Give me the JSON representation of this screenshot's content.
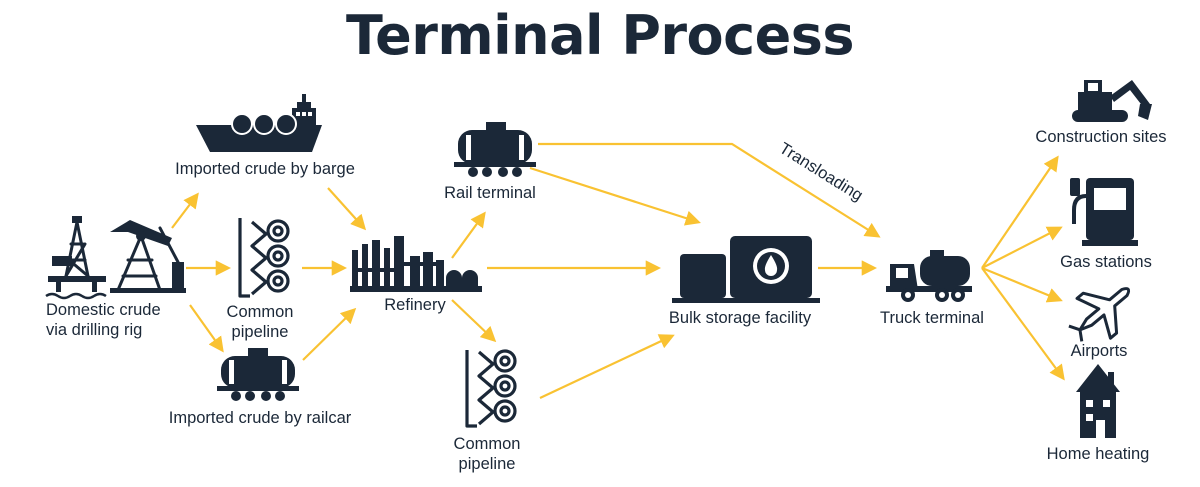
{
  "title": "Terminal Process",
  "colors": {
    "arrow": "#f9c232",
    "ink": "#1b2838"
  },
  "nodes": {
    "domestic": {
      "line1": "Domestic crude",
      "line2": "via drilling rig",
      "icon": "drilling-rig-icon"
    },
    "barge": {
      "label": "Imported crude by barge",
      "icon": "barge-ship-icon"
    },
    "pipeline_left": {
      "line1": "Common",
      "line2": "pipeline",
      "icon": "pipeline-icon"
    },
    "railcar": {
      "label": "Imported crude by railcar",
      "icon": "tank-railcar-icon"
    },
    "refinery": {
      "label": "Refinery",
      "icon": "refinery-icon"
    },
    "rail_terminal": {
      "label": "Rail terminal",
      "icon": "rail-tank-car-icon"
    },
    "pipeline_bottom": {
      "line1": "Common",
      "line2": "pipeline",
      "icon": "pipeline-icon"
    },
    "bulk_storage": {
      "label": "Bulk storage facility",
      "icon": "storage-tank-icon"
    },
    "truck_terminal": {
      "label": "Truck terminal",
      "icon": "tanker-truck-icon"
    },
    "construction": {
      "label": "Construction sites",
      "icon": "excavator-icon"
    },
    "gas_stations": {
      "label": "Gas stations",
      "icon": "fuel-pump-icon"
    },
    "airports": {
      "label": "Airports",
      "icon": "airplane-icon"
    },
    "home_heating": {
      "label": "Home heating",
      "icon": "house-icon"
    }
  },
  "edge_labels": {
    "transloading": "Transloading"
  }
}
